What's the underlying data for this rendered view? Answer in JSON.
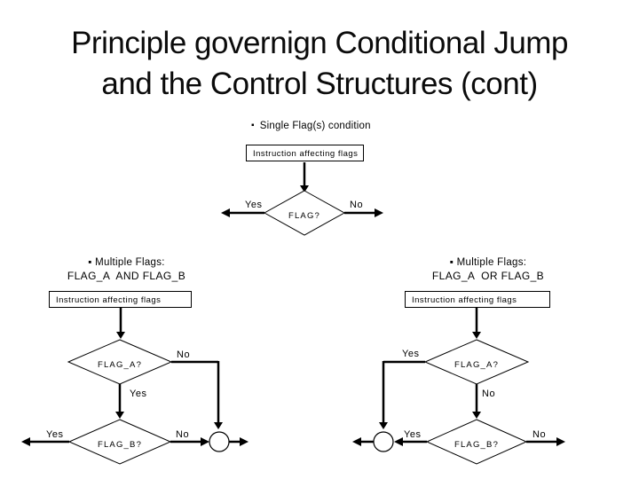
{
  "title": {
    "line1": "Principle governign Conditional Jump",
    "line2": "and the Control Structures (cont)"
  },
  "glyphs": {
    "bullet": "▪"
  },
  "colors": {
    "ink": "#000000",
    "paper": "#ffffff"
  },
  "single_flag": {
    "heading": "Single Flag(s) condition",
    "box_label": "Instruction affecting flags",
    "diamond": "FLAG?",
    "yes": "Yes",
    "no": "No"
  },
  "and_flags": {
    "heading": "Multiple Flags:",
    "subheading": "FLAG_A  AND FLAG_B",
    "box_label": "Instruction affecting flags",
    "diamond_a": "FLAG_A?",
    "diamond_b": "FLAG_B?",
    "a_no": "No",
    "a_yes": "Yes",
    "b_yes": "Yes",
    "b_no": "No"
  },
  "or_flags": {
    "heading": "Multiple Flags:",
    "subheading": "FLAG_A  OR FLAG_B",
    "box_label": "Instruction affecting flags",
    "diamond_a": "FLAG_A?",
    "diamond_b": "FLAG_B?",
    "a_yes": "Yes",
    "a_no": "No",
    "b_yes": "Yes",
    "b_no": "No"
  }
}
